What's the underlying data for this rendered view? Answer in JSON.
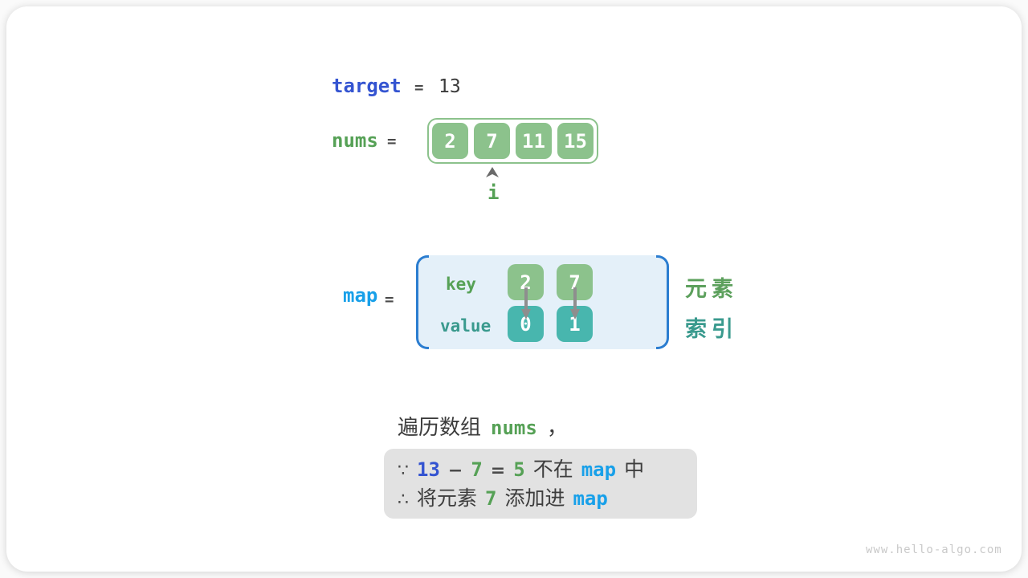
{
  "colors": {
    "indigo_code": "#3454d1",
    "blue_code": "#18a0e9",
    "green_code": "#56a156",
    "teal_code": "#3a9a8e",
    "green_box": "#8cc28c",
    "teal_box": "#48b6ae",
    "map_bracket_blue": "#2b7dd0",
    "map_bg": "#e4f0f9",
    "note_bg": "#e2e2e2"
  },
  "target_row": {
    "label": "target",
    "eq": "=",
    "value": "13"
  },
  "nums_row": {
    "label": "nums",
    "eq": "=",
    "cells": [
      "2",
      "7",
      "11",
      "15"
    ],
    "pointer_label": "i"
  },
  "map_row": {
    "label": "map",
    "eq": "=",
    "key_label": "key",
    "value_label": "value",
    "entries": [
      {
        "key": "2",
        "value": "0"
      },
      {
        "key": "7",
        "value": "1"
      }
    ],
    "legend_element": "元素",
    "legend_index": "索引"
  },
  "caption": {
    "text": "遍历数组",
    "code": "nums",
    "comma": "，"
  },
  "note": {
    "line1": {
      "sym": "∵",
      "a": "13",
      "op": "−",
      "b": "7",
      "eq": "=",
      "c": "5",
      "t1": "不在",
      "code": "map",
      "t2": "中"
    },
    "line2": {
      "sym": "∴",
      "t1": "将元素",
      "num": "7",
      "t2": "添加进",
      "code": "map"
    }
  },
  "watermark": "www.hello-algo.com"
}
